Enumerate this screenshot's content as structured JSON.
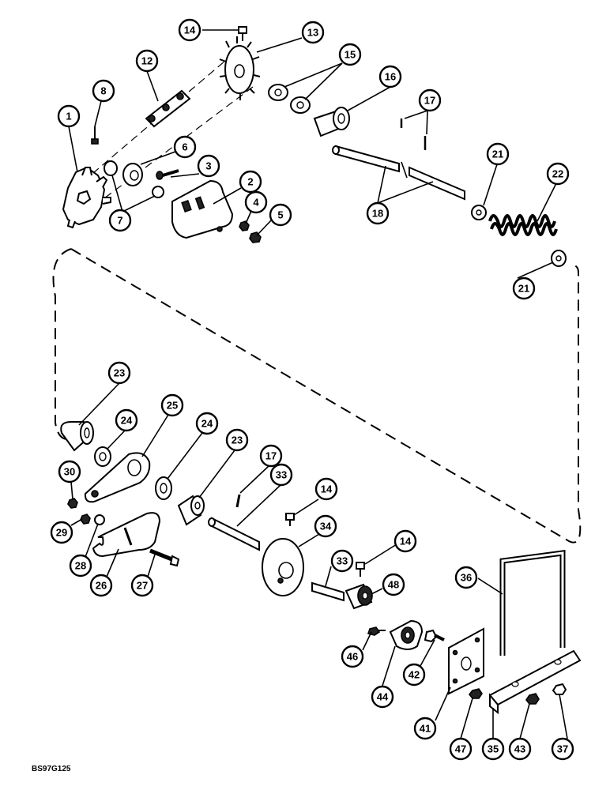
{
  "drawing_code": "BS97G125",
  "callouts": [
    {
      "id": "c1",
      "label": "1"
    },
    {
      "id": "c2",
      "label": "2"
    },
    {
      "id": "c3",
      "label": "3"
    },
    {
      "id": "c4",
      "label": "4"
    },
    {
      "id": "c5",
      "label": "5"
    },
    {
      "id": "c6",
      "label": "6"
    },
    {
      "id": "c7",
      "label": "7"
    },
    {
      "id": "c8",
      "label": "8"
    },
    {
      "id": "c12",
      "label": "12"
    },
    {
      "id": "c13",
      "label": "13"
    },
    {
      "id": "c14a",
      "label": "14"
    },
    {
      "id": "c15",
      "label": "15"
    },
    {
      "id": "c16",
      "label": "16"
    },
    {
      "id": "c17a",
      "label": "17"
    },
    {
      "id": "c18",
      "label": "18"
    },
    {
      "id": "c21a",
      "label": "21"
    },
    {
      "id": "c21b",
      "label": "21"
    },
    {
      "id": "c22",
      "label": "22"
    },
    {
      "id": "c23a",
      "label": "23"
    },
    {
      "id": "c24a",
      "label": "24"
    },
    {
      "id": "c25",
      "label": "25"
    },
    {
      "id": "c24b",
      "label": "24"
    },
    {
      "id": "c23b",
      "label": "23"
    },
    {
      "id": "c17b",
      "label": "17"
    },
    {
      "id": "c33a",
      "label": "33"
    },
    {
      "id": "c14b",
      "label": "14"
    },
    {
      "id": "c30",
      "label": "30"
    },
    {
      "id": "c29",
      "label": "29"
    },
    {
      "id": "c28",
      "label": "28"
    },
    {
      "id": "c26",
      "label": "26"
    },
    {
      "id": "c27",
      "label": "27"
    },
    {
      "id": "c34",
      "label": "34"
    },
    {
      "id": "c14c",
      "label": "14"
    },
    {
      "id": "c33b",
      "label": "33"
    },
    {
      "id": "c48",
      "label": "48"
    },
    {
      "id": "c36",
      "label": "36"
    },
    {
      "id": "c46",
      "label": "46"
    },
    {
      "id": "c42",
      "label": "42"
    },
    {
      "id": "c44",
      "label": "44"
    },
    {
      "id": "c41",
      "label": "41"
    },
    {
      "id": "c47",
      "label": "47"
    },
    {
      "id": "c35",
      "label": "35"
    },
    {
      "id": "c43",
      "label": "43"
    },
    {
      "id": "c37",
      "label": "37"
    }
  ]
}
